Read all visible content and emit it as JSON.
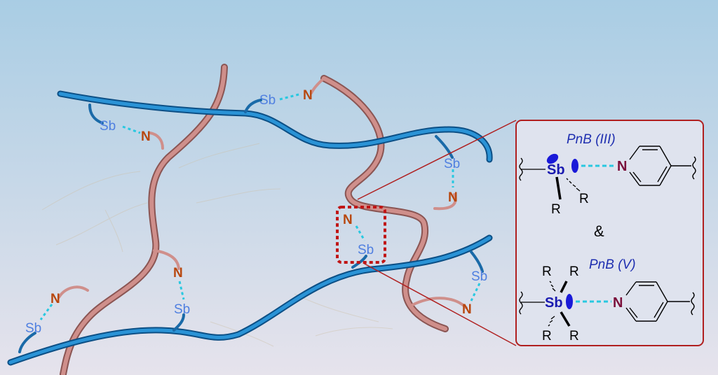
{
  "network": {
    "sb_label": "Sb",
    "n_label": "N"
  },
  "inset": {
    "pnb_iii": "PnB (III)",
    "pnb_v": "PnB (V)",
    "ampersand": "&",
    "sb": "Sb",
    "n": "N",
    "r": "R"
  },
  "colors": {
    "background_top": "#a9cde4",
    "background_bottom": "#e6e3ec",
    "blue_strand": "#1f84c8",
    "pink_strand": "#c98a86",
    "sb_text": "#4f7fe0",
    "n_text": "#b8470e",
    "halogen_bond": "#29c8e0",
    "inset_border": "#b02020",
    "zoom_box": "#c01515",
    "sigma_hole": "#1a1ad8",
    "pnb_text": "#1f2fb0",
    "n_inset": "#7a0f3a"
  }
}
